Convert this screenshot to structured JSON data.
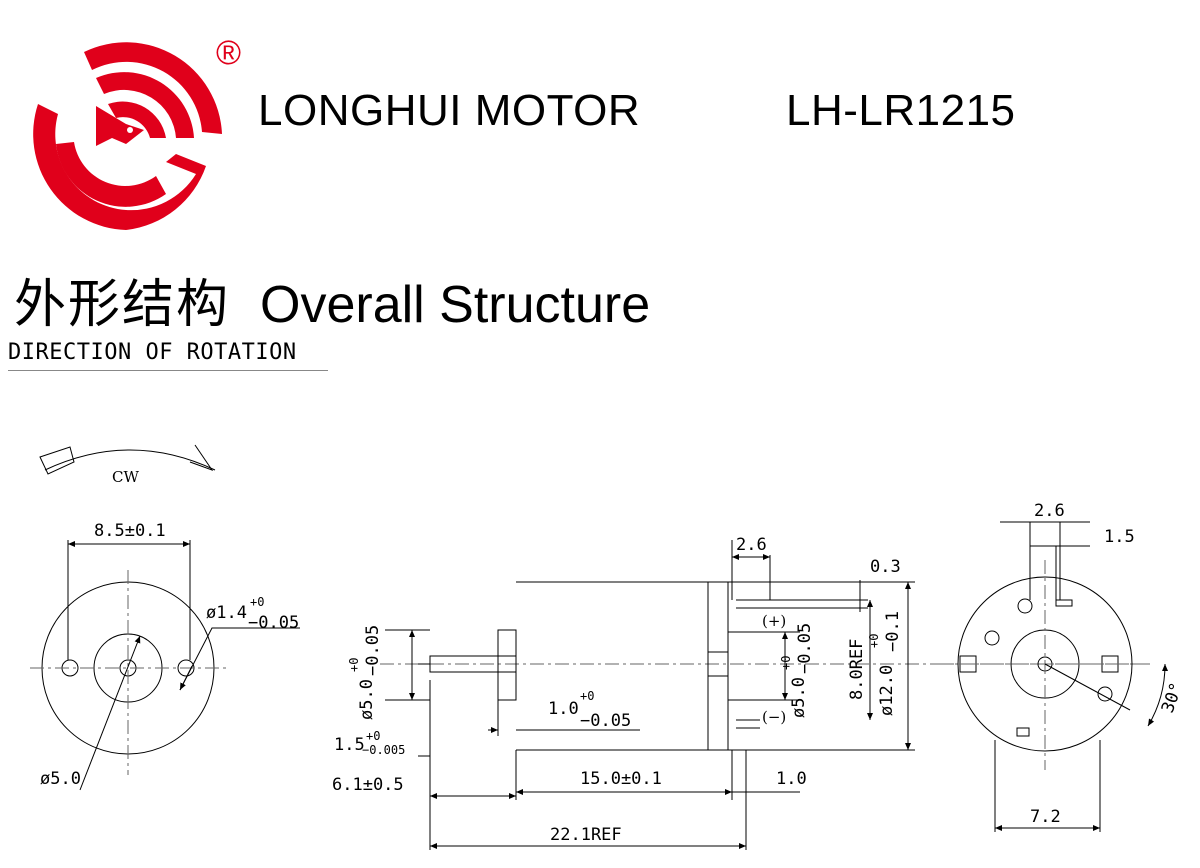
{
  "header": {
    "brand_name": "LONGHUI MOTOR",
    "model_number": "LH-LR1215",
    "registered_mark": "®"
  },
  "section": {
    "title_cn": "外形结构",
    "title_en": "Overall  Structure",
    "direction_label": "DIRECTION OF ROTATION"
  },
  "colors": {
    "brand_red": "#e0001b",
    "line": "#000000",
    "center_line": "#666666"
  },
  "front_view": {
    "rotation": "CW",
    "width_dim": "8.5±0.1",
    "hole_dim": "ø1.4",
    "hole_tol_upper": "+0",
    "hole_tol_lower": "−0.05",
    "boss_dim": "ø5.0"
  },
  "side_view": {
    "shaft_dia": "ø5.0",
    "shaft_tol_upper": "+0",
    "shaft_tol_lower": "−0.05",
    "flange": "1.0",
    "flange_tol_upper": "+0",
    "flange_tol_lower": "−0.05",
    "shaft_small": "1.5",
    "shaft_small_tol_upper": "+0",
    "shaft_small_tol_lower": "−0.005",
    "shaft_length": "6.1±0.5",
    "body_length": "15.0±0.1",
    "end_dim": "1.0",
    "overall_length": "22.1REF",
    "terminal_spacing": "2.6",
    "terminal_thickness": "0.3",
    "positive": "(+)",
    "negative": "(−)",
    "rear_boss_dia": "ø5.0",
    "rear_boss_tol_upper": "+0",
    "rear_boss_tol_lower": "−0.05",
    "terminal_ref": "8.0REF",
    "body_dia": "ø12.0",
    "body_tol_upper": "+0",
    "body_tol_lower": "−0.1"
  },
  "rear_view": {
    "top_width": "2.6",
    "slot_width": "1.5",
    "angle": "30°",
    "bottom_width": "7.2"
  }
}
